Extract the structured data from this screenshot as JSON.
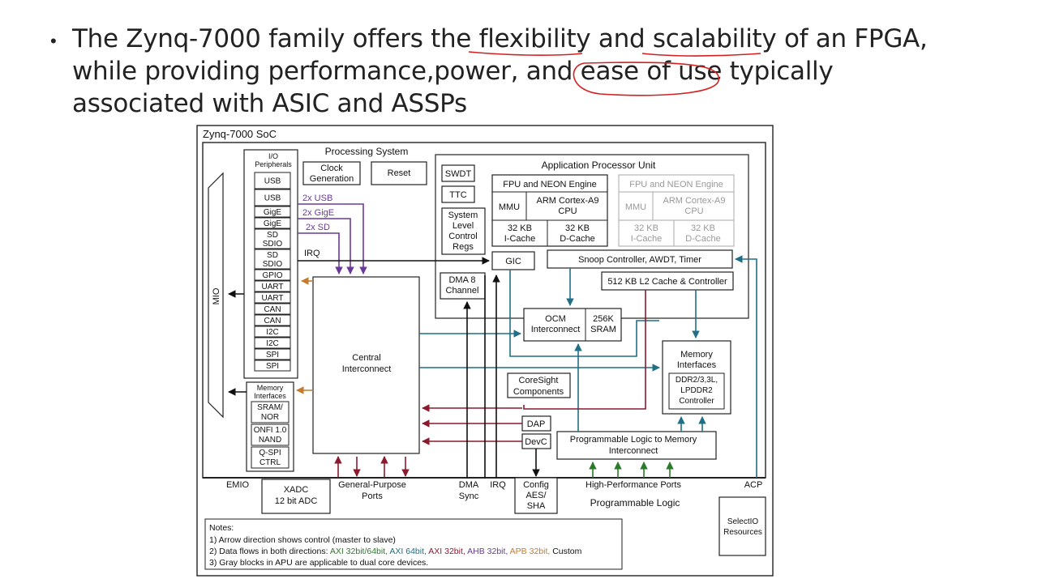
{
  "slide": {
    "bullet": "•",
    "lines": [
      "The Zynq-7000 family offers the flexibility and scalability of an FPGA,",
      "while providing performance,power, and ease of use typically",
      "associated with ASIC and ASSPs"
    ]
  },
  "diagram": {
    "title": "Zynq-7000 SoC",
    "processing_system": "Processing System",
    "io_peripherals": "I/O\nPeripherals",
    "io_list": [
      "USB",
      "USB",
      "GigE",
      "GigE",
      "SD\nSDIO",
      "SD\nSDIO",
      "GPIO",
      "UART",
      "UART",
      "CAN",
      "CAN",
      "I2C",
      "I2C",
      "SPI",
      "SPI"
    ],
    "mio": "MIO",
    "clock_gen": "Clock\nGeneration",
    "reset": "Reset",
    "swdt": "SWDT",
    "ttc": "TTC",
    "slcr": "System\nLevel\nControl\nRegs",
    "apu": "Application Processor Unit",
    "fpu": "FPU and NEON Engine",
    "mmu": "MMU",
    "cpu": "ARM Cortex-A9\nCPU",
    "icache": "32 KB\nI-Cache",
    "dcache": "32 KB\nD-Cache",
    "gic": "GIC",
    "snoop": "Snoop Controller, AWDT, Timer",
    "l2": "512 KB L2 Cache & Controller",
    "usb_link": "2x USB",
    "gige_link": "2x GigE",
    "sd_link": "2x SD",
    "irq": "IRQ",
    "dma8": "DMA 8\nChannel",
    "central": "Central\nInterconnect",
    "ocm": "OCM\nInterconnect",
    "sram": "256K\nSRAM",
    "mem_if_right": "Memory\nInterfaces",
    "ddr": "DDR2/3,3L,\nLPDDR2\nController",
    "coresight": "CoreSight\nComponents",
    "dap": "DAP",
    "devc": "DevC",
    "pl2mem": "Programmable Logic to Memory\nInterconnect",
    "mem_if_left": "Memory\nInterfaces",
    "mem_list": [
      "SRAM/\nNOR",
      "ONFI 1.0\nNAND",
      "Q-SPI\nCTRL"
    ],
    "emio": "EMIO",
    "xadc": "XADC\n12 bit ADC",
    "gp_ports": "General-Purpose\nPorts",
    "dma_sync": "DMA\nSync",
    "irq_bottom": "IRQ",
    "config": "Config\nAES/\nSHA",
    "hp_ports": "High-Performance Ports",
    "acp": "ACP",
    "pl": "Programmable Logic",
    "selectio": "SelectIO\nResources",
    "notes_title": "Notes:",
    "note1": "1) Arrow direction shows control (master to slave)",
    "note2_prefix": "2) Data flows in both directions: ",
    "note2_items": [
      {
        "text": "AXI 32bit/64bit, ",
        "color": "#2a7a2a"
      },
      {
        "text": "AXI 64bit, ",
        "color": "#1f6f86"
      },
      {
        "text": "AXI 32bit, ",
        "color": "#8b1a2e"
      },
      {
        "text": "AHB 32bit, ",
        "color": "#6a3a9a"
      },
      {
        "text": "APB 32bit, ",
        "color": "#c67a2a"
      },
      {
        "text": "Custom",
        "color": "#111111"
      }
    ],
    "note3": "3) Gray blocks in APU are applicable to dual core devices."
  },
  "colors": {
    "annotation_red": "#d42020",
    "purple": "#6a3a9a",
    "teal": "#1f6f86",
    "maroon": "#8b1a2e",
    "green": "#2a7a2a",
    "orange": "#c67a2a"
  }
}
